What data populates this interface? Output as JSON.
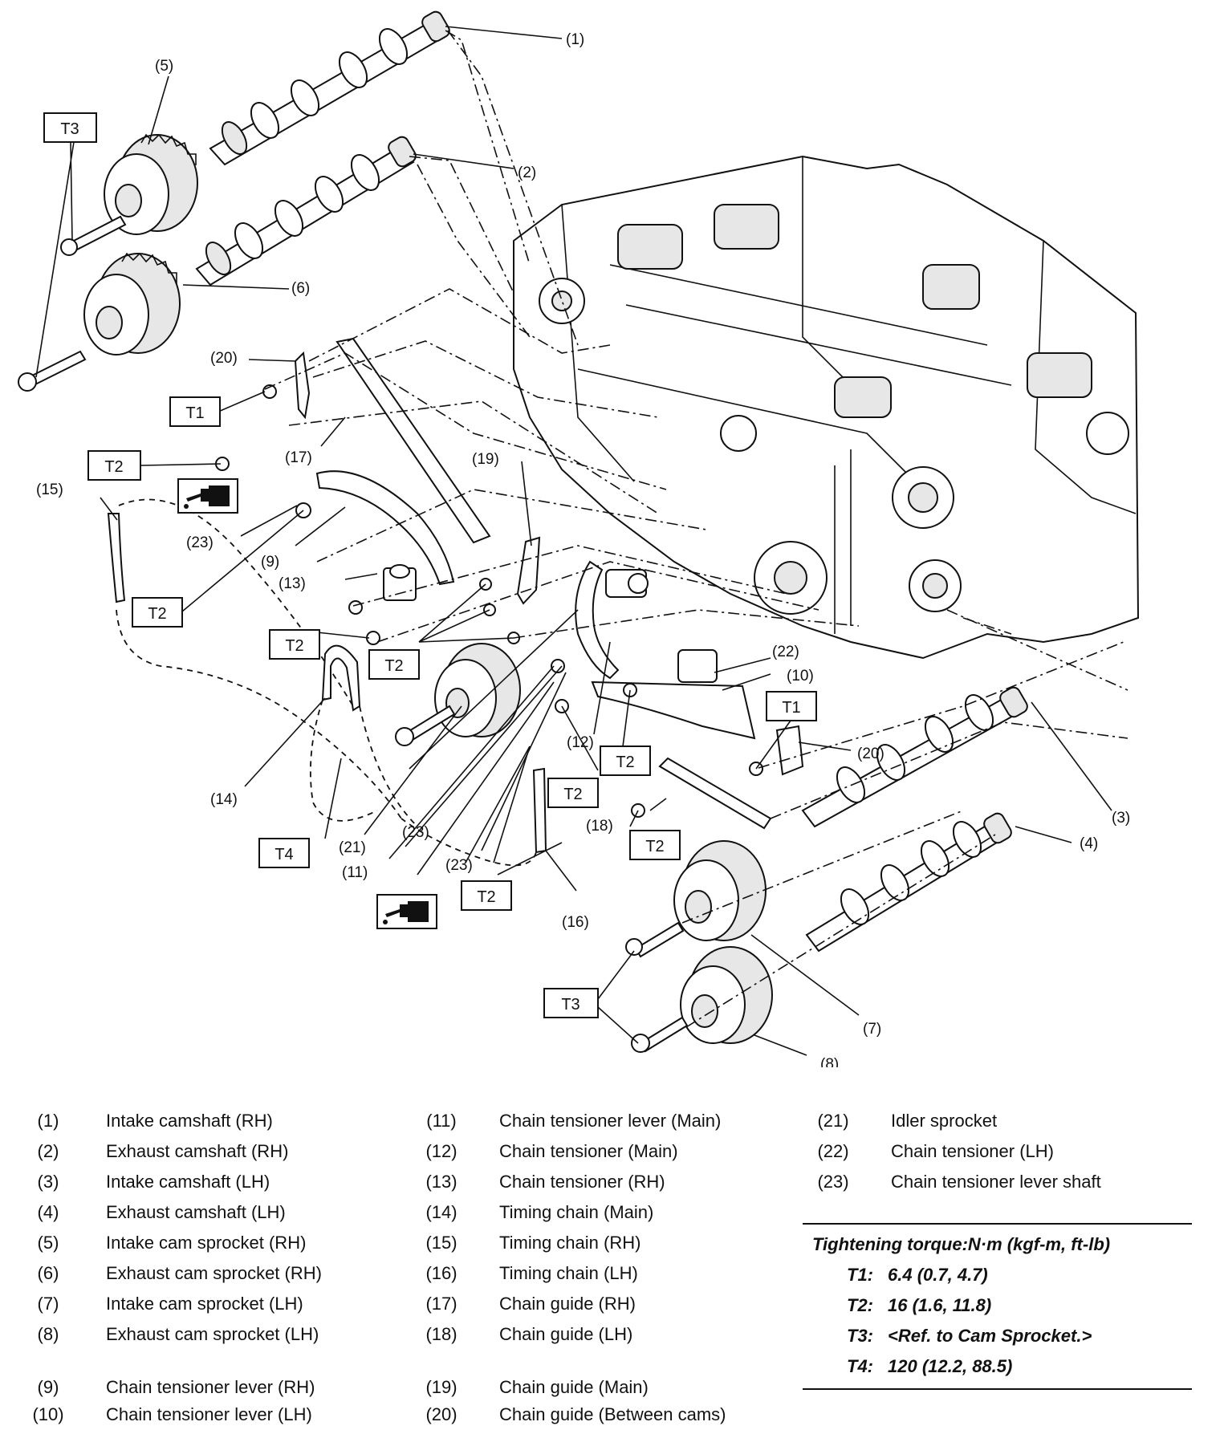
{
  "callouts": {
    "c1": "(1)",
    "c2": "(2)",
    "c3": "(3)",
    "c4": "(4)",
    "c5": "(5)",
    "c6": "(6)",
    "c7": "(7)",
    "c8": "(8)",
    "c9": "(9)",
    "c10": "(10)",
    "c11": "(11)",
    "c12": "(12)",
    "c13": "(13)",
    "c14": "(14)",
    "c15": "(15)",
    "c16": "(16)",
    "c17": "(17)",
    "c18": "(18)",
    "c19": "(19)",
    "c20a": "(20)",
    "c20b": "(20)",
    "c21": "(21)",
    "c22": "(22)",
    "c23a": "(23)",
    "c23b": "(23)",
    "c23c": "(23)"
  },
  "torque_boxes": {
    "t3_top": "T3",
    "t1_left": "T1",
    "t2_a": "T2",
    "t2_b": "T2",
    "t2_c": "T2",
    "t2_d": "T2",
    "t2_e": "T2",
    "t2_f": "T2",
    "t2_g": "T2",
    "t2_h": "T2",
    "t1_right": "T1",
    "t4": "T4",
    "t3_bottom": "T3"
  },
  "icons": [
    "oil-can-icon",
    "oil-can-icon"
  ],
  "legend": {
    "col1": [
      {
        "num": "(1)",
        "name": "Intake camshaft (RH)"
      },
      {
        "num": "(2)",
        "name": "Exhaust camshaft (RH)"
      },
      {
        "num": "(3)",
        "name": "Intake camshaft (LH)"
      },
      {
        "num": "(4)",
        "name": "Exhaust camshaft (LH)"
      },
      {
        "num": "(5)",
        "name": "Intake cam sprocket (RH)"
      },
      {
        "num": "(6)",
        "name": "Exhaust cam sprocket (RH)"
      },
      {
        "num": "(7)",
        "name": "Intake cam sprocket (LH)"
      },
      {
        "num": "(8)",
        "name": "Exhaust cam sprocket (LH)"
      },
      {
        "num": "(9)",
        "name": "Chain tensioner lever (RH)"
      },
      {
        "num": "(10)",
        "name": "Chain tensioner lever (LH)"
      }
    ],
    "col2": [
      {
        "num": "(11)",
        "name": "Chain tensioner lever (Main)"
      },
      {
        "num": "(12)",
        "name": "Chain tensioner (Main)"
      },
      {
        "num": "(13)",
        "name": "Chain tensioner (RH)"
      },
      {
        "num": "(14)",
        "name": "Timing chain (Main)"
      },
      {
        "num": "(15)",
        "name": "Timing chain (RH)"
      },
      {
        "num": "(16)",
        "name": "Timing chain (LH)"
      },
      {
        "num": "(17)",
        "name": "Chain guide (RH)"
      },
      {
        "num": "(18)",
        "name": "Chain guide (LH)"
      },
      {
        "num": "(19)",
        "name": "Chain guide (Main)"
      },
      {
        "num": "(20)",
        "name": "Chain guide (Between cams)"
      }
    ],
    "col3": [
      {
        "num": "(21)",
        "name": "Idler sprocket"
      },
      {
        "num": "(22)",
        "name": "Chain tensioner (LH)"
      },
      {
        "num": "(23)",
        "name": "Chain tensioner lever shaft"
      }
    ]
  },
  "torque_table": {
    "header": "Tightening torque:N·m (kgf-m, ft-lb)",
    "rows": [
      {
        "key": "T1:",
        "value": "6.4 (0.7, 4.7)"
      },
      {
        "key": "T2:",
        "value": "16 (1.6, 11.8)"
      },
      {
        "key": "T3:",
        "value": "<Ref. to Cam Sprocket.>"
      },
      {
        "key": "T4:",
        "value": "120 (12.2, 88.5)"
      }
    ]
  }
}
